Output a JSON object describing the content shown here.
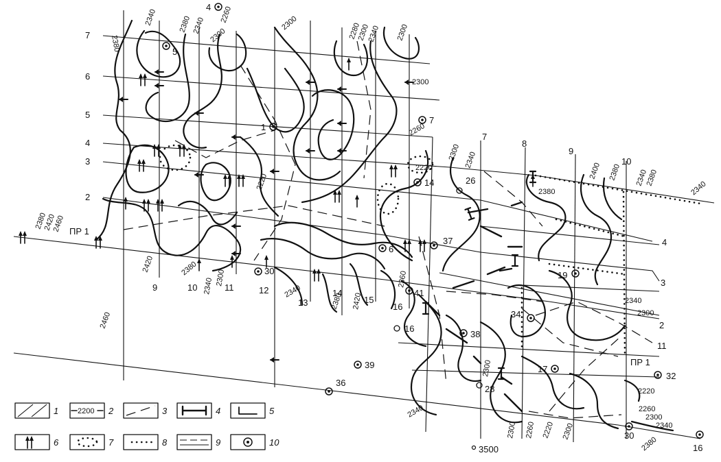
{
  "profile_labels_left": [
    "7",
    "6",
    "5",
    "4",
    "3",
    "2",
    "ПР 1"
  ],
  "profile_labels_bottom": [
    "9",
    "10",
    "11",
    "12",
    "13",
    "14",
    "15",
    "16",
    "16"
  ],
  "profile_labels_top_right": [
    "7",
    "8",
    "9",
    "10"
  ],
  "profile_labels_right": [
    "4",
    "3",
    "2",
    "11",
    "ПР 1"
  ],
  "wells": [
    {
      "label": "4"
    },
    {
      "label": "5"
    },
    {
      "label": "1"
    },
    {
      "label": "7"
    },
    {
      "label": "14"
    },
    {
      "label": "26"
    },
    {
      "label": "6"
    },
    {
      "label": "37"
    },
    {
      "label": "30"
    },
    {
      "label": "19"
    },
    {
      "label": "41"
    },
    {
      "label": "34"
    },
    {
      "label": "16"
    },
    {
      "label": "38"
    },
    {
      "label": "39"
    },
    {
      "label": "17"
    },
    {
      "label": "32"
    },
    {
      "label": "36"
    },
    {
      "label": "28"
    },
    {
      "label": "30"
    },
    {
      "label": "16"
    }
  ],
  "point_3500": "3500",
  "contour_labels": [
    "2340",
    "2380",
    "2340",
    "2300",
    "2260",
    "2300",
    "2380",
    "2280",
    "2300",
    "2340",
    "2300",
    "2300",
    "2260",
    "2300",
    "2340",
    "2220",
    "2220",
    "2400",
    "2380",
    "2340",
    "2380",
    "2340",
    "2380",
    "2380",
    "2420",
    "2460",
    "2420",
    "2460",
    "2380",
    "2340",
    "2300",
    "2340",
    "2380",
    "2420",
    "2360",
    "2340",
    "2300",
    "2300",
    "2340",
    "2300",
    "2260",
    "2220",
    "2300",
    "2220",
    "2260",
    "2300",
    "2340",
    "2380"
  ],
  "legend": {
    "items": [
      {
        "num": "1"
      },
      {
        "num": "2",
        "sample": "2200"
      },
      {
        "num": "3"
      },
      {
        "num": "4"
      },
      {
        "num": "5"
      },
      {
        "num": "6"
      },
      {
        "num": "7"
      },
      {
        "num": "8"
      },
      {
        "num": "9"
      },
      {
        "num": "10"
      }
    ]
  }
}
